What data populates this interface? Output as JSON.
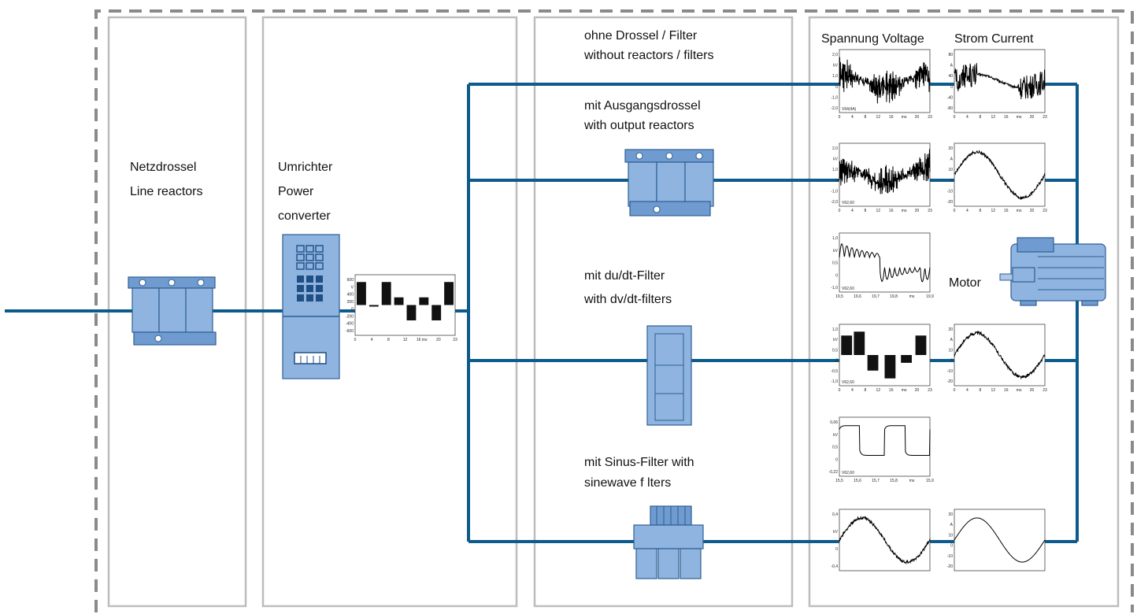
{
  "colors": {
    "wire": "#0d5a8c",
    "device": "#8fb4e0",
    "panel_border": "#bdbdbd",
    "dashed_frame": "#8a8a8a"
  },
  "labels": {
    "line_reactor": [
      "Netzdrossel",
      "Line reactors"
    ],
    "converter": [
      "Umrichter",
      "Power",
      "converter"
    ],
    "no_filter": [
      "ohne Drossel / Filter",
      "without reactors / filters"
    ],
    "output_reactor": [
      "mit Ausgangsdrossel",
      "with output reactors"
    ],
    "dudt_filter": [
      "mit du/dt-Filter",
      "with dv/dt-filters"
    ],
    "sine_filter": [
      "mit Sinus-Filter with",
      "sinewave f lters"
    ],
    "col_voltage": "Spannung Voltage",
    "col_current": "Strom Current",
    "motor": "Motor"
  },
  "plots": {
    "converter": {
      "yticks": [
        "600",
        "V",
        "400",
        "200",
        "0",
        "-200",
        "-400",
        "-600"
      ],
      "xticks": [
        "0",
        "4",
        "8",
        "12",
        "16 ms",
        "20",
        "23"
      ]
    },
    "v1": {
      "yticks": [
        "2,0",
        "kV",
        "1,0",
        "0",
        "-1,0",
        "-2,0"
      ],
      "xticks": [
        "0",
        "4",
        "8",
        "12",
        "16",
        "ms",
        "20",
        "23"
      ],
      "tag": "V64(4A)"
    },
    "i1": {
      "yticks": [
        "80",
        "A",
        "40",
        "0",
        "-40",
        "-80"
      ],
      "xticks": [
        "0",
        "4",
        "8",
        "12",
        "16",
        "ms",
        "20",
        "23"
      ]
    },
    "v2": {
      "yticks": [
        "2,0",
        "kV",
        "1,0",
        "0",
        "-1,0",
        "-2,0"
      ],
      "xticks": [
        "0",
        "4",
        "8",
        "12",
        "16",
        "ms",
        "20",
        "23"
      ],
      "tag": "V62,60"
    },
    "i2": {
      "yticks": [
        "20",
        "A",
        "10",
        "0",
        "-10",
        "-20"
      ],
      "xticks": [
        "0",
        "4",
        "8",
        "12",
        "16",
        "ms",
        "20",
        "23"
      ]
    },
    "v3": {
      "yticks": [
        "1,0",
        "kV",
        "0,5",
        "0",
        "-1,0"
      ],
      "xticks": [
        "19,5",
        "19,6",
        "19,7",
        "19,8",
        "ms",
        "19,9"
      ],
      "tag": "V62,60"
    },
    "v4": {
      "yticks": [
        "1,0",
        "kV",
        "0,5",
        "0",
        "-0,5",
        "-1,0"
      ],
      "xticks": [
        "0",
        "4",
        "8",
        "12",
        "16",
        "ms",
        "20",
        "23"
      ],
      "tag": "V62,60"
    },
    "i4": {
      "yticks": [
        "20",
        "A",
        "10",
        "0",
        "-10",
        "-20"
      ],
      "xticks": [
        "0",
        "4",
        "8",
        "12",
        "16",
        "ms",
        "20",
        "23"
      ]
    },
    "v5": {
      "yticks": [
        "0,06",
        "kV",
        "0,5",
        "0",
        "-0,22"
      ],
      "xticks": [
        "15,5",
        "15,6",
        "15,7",
        "15,8",
        "ms",
        "15,9"
      ],
      "tag": "V62,60"
    },
    "v6": {
      "yticks": [
        "0,4",
        "kV",
        "0",
        "-0,4"
      ],
      "xticks": []
    },
    "i6": {
      "yticks": [
        "20",
        "A",
        "10",
        "0",
        "-10",
        "-20"
      ],
      "xticks": []
    }
  }
}
